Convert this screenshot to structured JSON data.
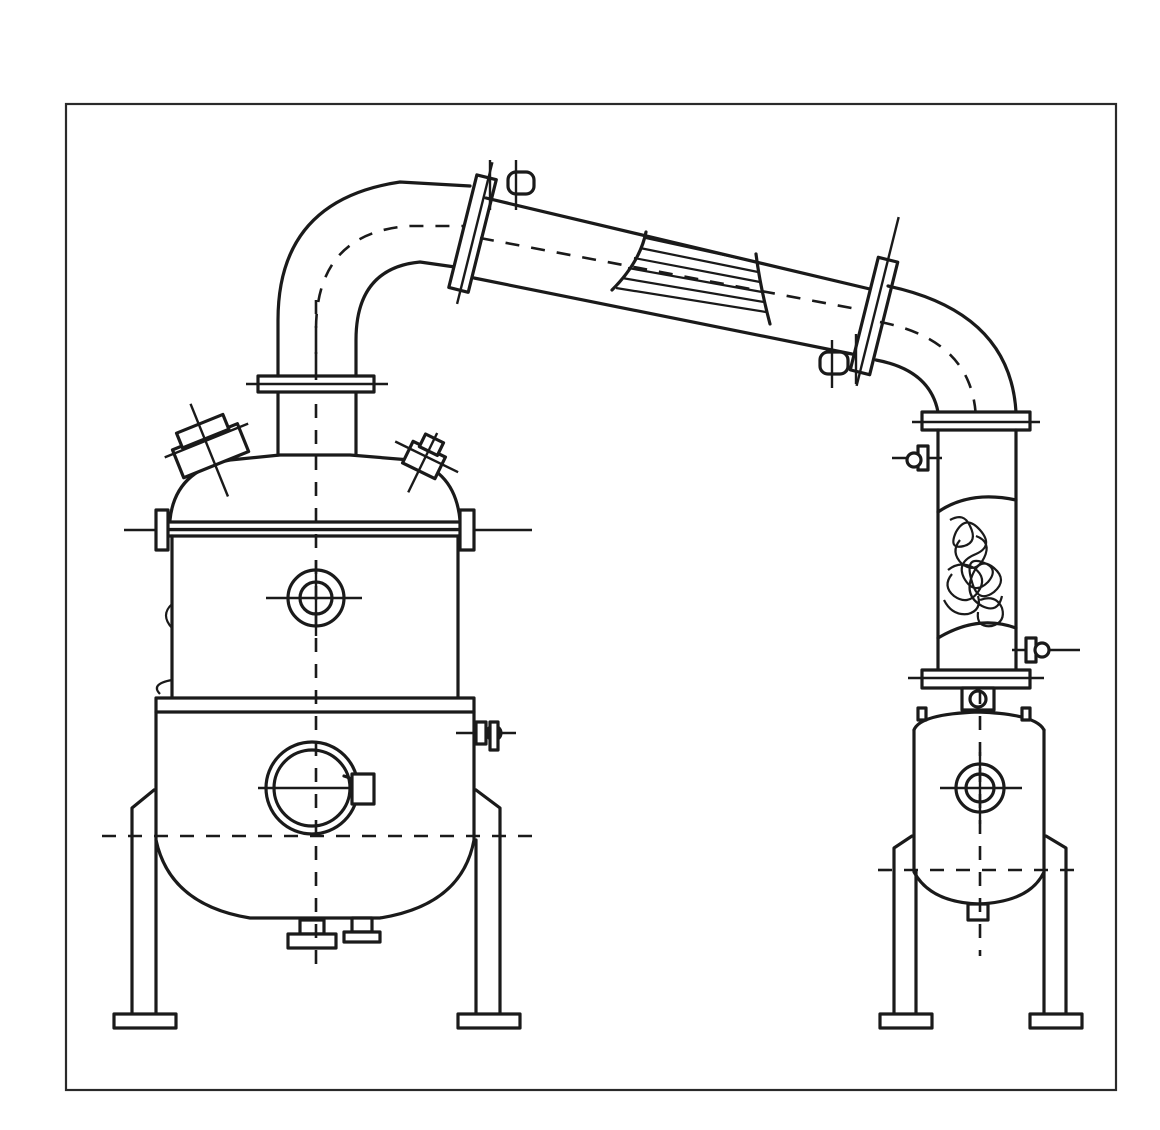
{
  "diagram": {
    "components": [
      "frame",
      "main-vessel",
      "vapor-pipe-elbow",
      "condenser-tube",
      "descending-elbow",
      "packed-column",
      "receiver-tank"
    ],
    "colors": {
      "line": "#1a1a1a",
      "background": "#ffffff",
      "frame": "#2a2a2a"
    }
  }
}
